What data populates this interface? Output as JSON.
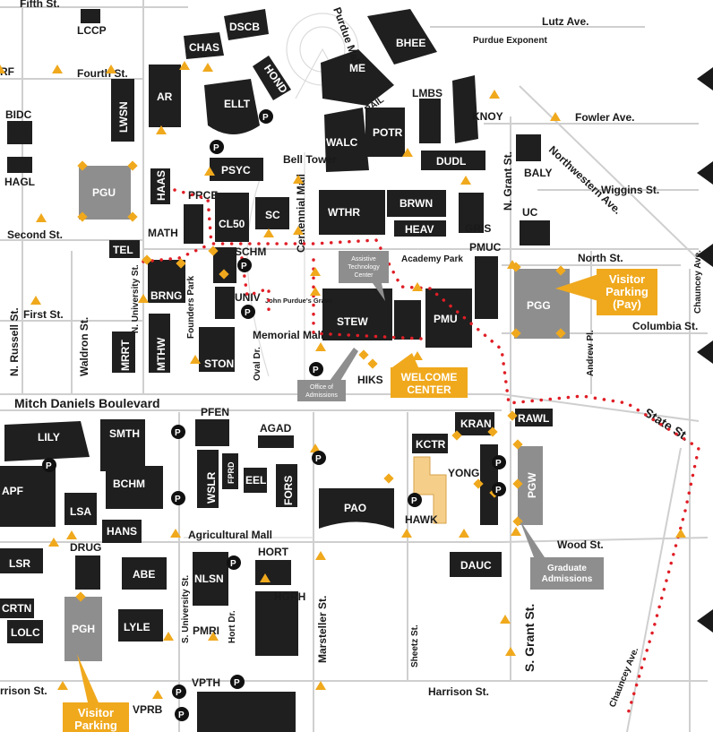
{
  "colors": {
    "building": "#1f1f1f",
    "parking_garage": "#8e8e8e",
    "accent_orange": "#f0a91d",
    "route_red": "#e01e26",
    "highlight_building": "#f5cf8a"
  },
  "buildings": [
    {
      "id": "lccp",
      "label": "LCCP"
    },
    {
      "id": "chas",
      "label": "CHAS"
    },
    {
      "id": "dscb",
      "label": "DSCB"
    },
    {
      "id": "bhee",
      "label": "BHEE"
    },
    {
      "id": "hond",
      "label": "HOND"
    },
    {
      "id": "me",
      "label": "ME"
    },
    {
      "id": "ar",
      "label": "AR"
    },
    {
      "id": "ellt",
      "label": "ELLT"
    },
    {
      "id": "lwsn",
      "label": "LWSN"
    },
    {
      "id": "bidc",
      "label": "BIDC"
    },
    {
      "id": "hagl",
      "label": "HAGL"
    },
    {
      "id": "pgu",
      "label": "PGU"
    },
    {
      "id": "haas",
      "label": "HAAS"
    },
    {
      "id": "psyc",
      "label": "PSYC"
    },
    {
      "id": "prce",
      "label": "PRCE"
    },
    {
      "id": "cl50",
      "label": "CL50"
    },
    {
      "id": "sc",
      "label": "SC"
    },
    {
      "id": "math",
      "label": "MATH"
    },
    {
      "id": "tel",
      "label": "TEL"
    },
    {
      "id": "schm",
      "label": "SCHM"
    },
    {
      "id": "brng",
      "label": "BRNG"
    },
    {
      "id": "univ",
      "label": "UNIV"
    },
    {
      "id": "mrrt",
      "label": "MRRT"
    },
    {
      "id": "mthw",
      "label": "MTHW"
    },
    {
      "id": "ston",
      "label": "STON"
    },
    {
      "id": "walc",
      "label": "WALC"
    },
    {
      "id": "potr",
      "label": "POTR"
    },
    {
      "id": "lmbs",
      "label": "LMBS"
    },
    {
      "id": "knoy",
      "label": "KNOY"
    },
    {
      "id": "dudl",
      "label": "DUDL"
    },
    {
      "id": "wthr",
      "label": "WTHR"
    },
    {
      "id": "brwn",
      "label": "BRWN"
    },
    {
      "id": "heav",
      "label": "HEAV"
    },
    {
      "id": "gris",
      "label": "GRIS"
    },
    {
      "id": "pmuc",
      "label": "PMUC"
    },
    {
      "id": "baly",
      "label": "BALY"
    },
    {
      "id": "uc",
      "label": "UC"
    },
    {
      "id": "stew",
      "label": "STEW"
    },
    {
      "id": "pmu",
      "label": "PMU"
    },
    {
      "id": "hiks",
      "label": "HIKS"
    },
    {
      "id": "pgg",
      "label": "PGG"
    },
    {
      "id": "lily",
      "label": "LILY"
    },
    {
      "id": "smth",
      "label": "SMTH"
    },
    {
      "id": "pfen",
      "label": "PFEN"
    },
    {
      "id": "agad",
      "label": "AGAD"
    },
    {
      "id": "bchm",
      "label": "BCHM"
    },
    {
      "id": "wslr",
      "label": "WSLR"
    },
    {
      "id": "fprd",
      "label": "FPRD"
    },
    {
      "id": "eel",
      "label": "EEL"
    },
    {
      "id": "fors",
      "label": "FORS"
    },
    {
      "id": "apf",
      "label": "APF"
    },
    {
      "id": "lsa",
      "label": "LSA"
    },
    {
      "id": "hans",
      "label": "HANS"
    },
    {
      "id": "drug",
      "label": "DRUG"
    },
    {
      "id": "lsr",
      "label": "LSR"
    },
    {
      "id": "abe",
      "label": "ABE"
    },
    {
      "id": "nlsn",
      "label": "NLSN"
    },
    {
      "id": "hort",
      "label": "HORT"
    },
    {
      "id": "hgrh",
      "label": "HGRH"
    },
    {
      "id": "pmri",
      "label": "PMRI"
    },
    {
      "id": "crtn",
      "label": "CRTN"
    },
    {
      "id": "lolc",
      "label": "LOLC"
    },
    {
      "id": "pgh",
      "label": "PGH"
    },
    {
      "id": "lyle",
      "label": "LYLE"
    },
    {
      "id": "vpth",
      "label": "VPTH"
    },
    {
      "id": "vprb",
      "label": "VPRB"
    },
    {
      "id": "kran",
      "label": "KRAN"
    },
    {
      "id": "rawl",
      "label": "RAWL"
    },
    {
      "id": "kctr",
      "label": "KCTR"
    },
    {
      "id": "yong",
      "label": "YONG"
    },
    {
      "id": "pgw",
      "label": "PGW"
    },
    {
      "id": "pao",
      "label": "PAO"
    },
    {
      "id": "hawk",
      "label": "HAWK"
    },
    {
      "id": "dauc",
      "label": "DAUC"
    }
  ],
  "streets": {
    "fifth": "Fifth St.",
    "fourth": "Fourth St.",
    "second": "Second St.",
    "first": "First St.",
    "n_russell": "N. Russell St.",
    "waldron": "Waldron St.",
    "n_university": "N. University St.",
    "founders_park": "Founders Park",
    "oval_dr": "Oval Dr.",
    "memorial_mall": "Memorial Mall",
    "centennial_mall": "Centennial Mall",
    "purdue_mall": "Purdue Mall",
    "mitch_daniels": "Mitch Daniels Boulevard",
    "agricultural_mall": "Agricultural Mall",
    "s_university": "S. University St.",
    "hort_dr": "Hort Dr.",
    "marsteller": "Marsteller St.",
    "sheetz": "Sheetz St.",
    "harrison_left": "rrison St.",
    "harrison": "Harrison St.",
    "lutz": "Lutz Ave.",
    "fowler": "Fowler Ave.",
    "northwestern": "Northwestern Ave.",
    "wiggins": "Wiggins St.",
    "n_grant": "N. Grant St.",
    "north": "North St.",
    "chauncey": "Chauncey Ave.",
    "columbia": "Columbia St.",
    "andrew_pl": "Andrew Pl.",
    "state": "State St.",
    "wood": "Wood St.",
    "s_grant": "S. Grant St.",
    "chauncey_bottom": "Chauncey Ave."
  },
  "places": {
    "bell_tower": "Bell Tower",
    "rail": "RAIL",
    "purdue_exponent": "Purdue Exponent",
    "academy_park": "Academy Park",
    "john_purdue_grave": "John Purdue's Grave",
    "rf": "RF"
  },
  "callouts": {
    "visitor_parking_pay": "Visitor Parking (Pay)",
    "welcome_center": "WELCOME CENTER",
    "assistive_tech": "Assistive Technology Center",
    "office_of_admissions": "Office of Admissions",
    "graduate_admissions": "Graduate Admissions",
    "visitor_parking": "Visitor Parking"
  },
  "parking_symbol": "P"
}
